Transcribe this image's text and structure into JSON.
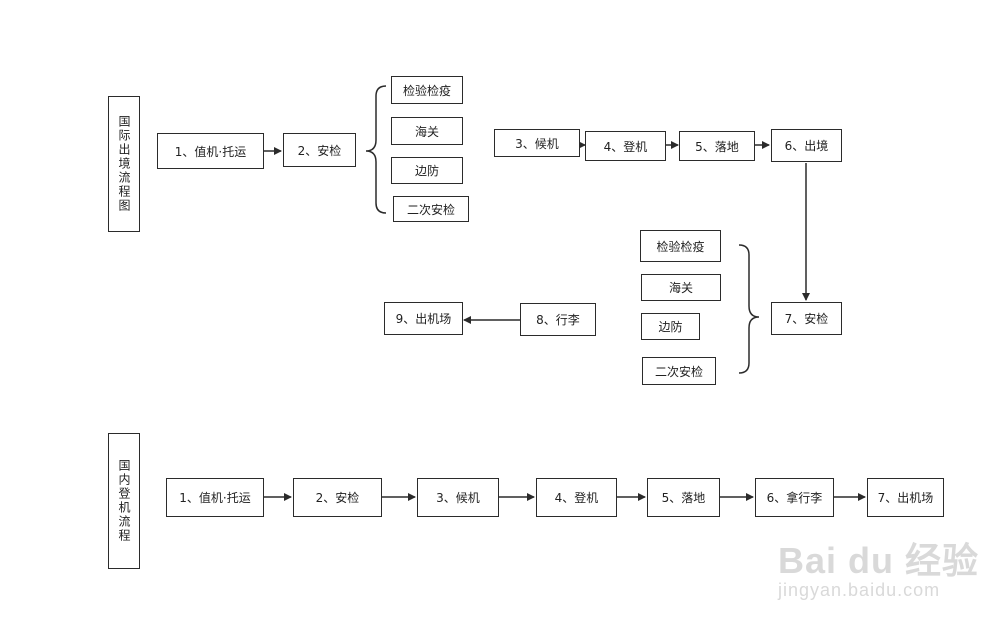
{
  "international": {
    "title": "国际出境流程图",
    "steps": {
      "s1": "1、值机·托运",
      "s2": "2、安检",
      "s3": "3、候机",
      "s4": "4、登机",
      "s5": "5、落地",
      "s6": "6、出境",
      "s7": "7、安检",
      "s8": "8、行李",
      "s9": "9、出机场"
    },
    "checks_top": [
      "检验检疫",
      "海关",
      "边防",
      "二次安检"
    ],
    "checks_bottom": [
      "检验检疫",
      "海关",
      "边防",
      "二次安检"
    ]
  },
  "domestic": {
    "title": "国内登机流程",
    "steps": [
      "1、值机·托运",
      "2、安检",
      "3、候机",
      "4、登机",
      "5、落地",
      "6、拿行李",
      "7、出机场"
    ]
  },
  "watermark": {
    "logo": "Bai du 经验",
    "url": "jingyan.baidu.com"
  }
}
